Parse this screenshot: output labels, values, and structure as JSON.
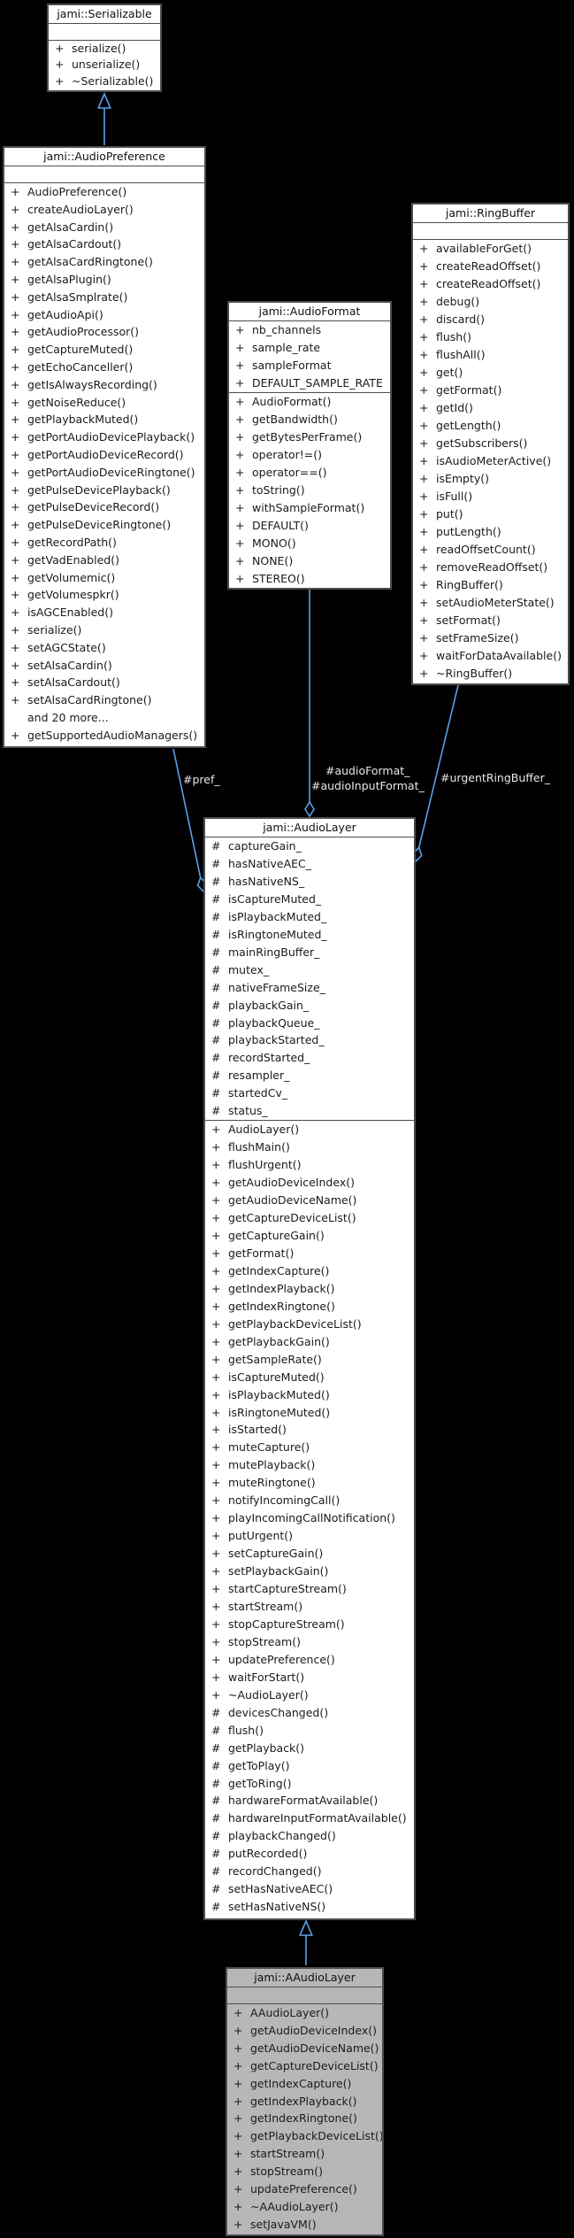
{
  "diagram_type": "uml-collaboration-diagram",
  "colors": {
    "background": "#000000",
    "node_fill": "#ffffff",
    "highlight_node_fill": "#b7b7b7",
    "node_border": "#4d4d4d",
    "edge": "#5aa1e8",
    "edge_label_text": "#e8e8e8"
  },
  "edge_labels": {
    "pref": "#pref_",
    "audio_format": "#audioFormat_",
    "audio_input_format": "#audioInputFormat_",
    "urgent_ring_buffer": "#urgentRingBuffer_"
  },
  "classes": {
    "serializable": {
      "title": "jami::Serializable",
      "attributes": [],
      "operations": [
        [
          "+",
          "serialize()"
        ],
        [
          "+",
          "unserialize()"
        ],
        [
          "+",
          "~Serializable()"
        ]
      ]
    },
    "audio_preference": {
      "title": "jami::AudioPreference",
      "attributes": [],
      "operations": [
        [
          "+",
          "AudioPreference()"
        ],
        [
          "+",
          "createAudioLayer()"
        ],
        [
          "+",
          "getAlsaCardin()"
        ],
        [
          "+",
          "getAlsaCardout()"
        ],
        [
          "+",
          "getAlsaCardRingtone()"
        ],
        [
          "+",
          "getAlsaPlugin()"
        ],
        [
          "+",
          "getAlsaSmplrate()"
        ],
        [
          "+",
          "getAudioApi()"
        ],
        [
          "+",
          "getAudioProcessor()"
        ],
        [
          "+",
          "getCaptureMuted()"
        ],
        [
          "+",
          "getEchoCanceller()"
        ],
        [
          "+",
          "getIsAlwaysRecording()"
        ],
        [
          "+",
          "getNoiseReduce()"
        ],
        [
          "+",
          "getPlaybackMuted()"
        ],
        [
          "+",
          "getPortAudioDevicePlayback()"
        ],
        [
          "+",
          "getPortAudioDeviceRecord()"
        ],
        [
          "+",
          "getPortAudioDeviceRingtone()"
        ],
        [
          "+",
          "getPulseDevicePlayback()"
        ],
        [
          "+",
          "getPulseDeviceRecord()"
        ],
        [
          "+",
          "getPulseDeviceRingtone()"
        ],
        [
          "+",
          "getRecordPath()"
        ],
        [
          "+",
          "getVadEnabled()"
        ],
        [
          "+",
          "getVolumemic()"
        ],
        [
          "+",
          "getVolumespkr()"
        ],
        [
          "+",
          "isAGCEnabled()"
        ],
        [
          "+",
          "serialize()"
        ],
        [
          "+",
          "setAGCState()"
        ],
        [
          "+",
          "setAlsaCardin()"
        ],
        [
          "+",
          "setAlsaCardout()"
        ],
        [
          "+",
          "setAlsaCardRingtone()"
        ],
        [
          "",
          "and 20 more..."
        ],
        [
          "+",
          "getSupportedAudioManagers()"
        ]
      ]
    },
    "audio_format": {
      "title": "jami::AudioFormat",
      "attributes": [
        [
          "+",
          "nb_channels"
        ],
        [
          "+",
          "sample_rate"
        ],
        [
          "+",
          "sampleFormat"
        ],
        [
          "+",
          "DEFAULT_SAMPLE_RATE"
        ]
      ],
      "operations": [
        [
          "+",
          "AudioFormat()"
        ],
        [
          "+",
          "getBandwidth()"
        ],
        [
          "+",
          "getBytesPerFrame()"
        ],
        [
          "+",
          "operator!=()"
        ],
        [
          "+",
          "operator==()"
        ],
        [
          "+",
          "toString()"
        ],
        [
          "+",
          "withSampleFormat()"
        ],
        [
          "+",
          "DEFAULT()"
        ],
        [
          "+",
          "MONO()"
        ],
        [
          "+",
          "NONE()"
        ],
        [
          "+",
          "STEREO()"
        ]
      ]
    },
    "ring_buffer": {
      "title": "jami::RingBuffer",
      "attributes": [],
      "operations": [
        [
          "+",
          "availableForGet()"
        ],
        [
          "+",
          "createReadOffset()"
        ],
        [
          "+",
          "createReadOffset()"
        ],
        [
          "+",
          "debug()"
        ],
        [
          "+",
          "discard()"
        ],
        [
          "+",
          "flush()"
        ],
        [
          "+",
          "flushAll()"
        ],
        [
          "+",
          "get()"
        ],
        [
          "+",
          "getFormat()"
        ],
        [
          "+",
          "getId()"
        ],
        [
          "+",
          "getLength()"
        ],
        [
          "+",
          "getSubscribers()"
        ],
        [
          "+",
          "isAudioMeterActive()"
        ],
        [
          "+",
          "isEmpty()"
        ],
        [
          "+",
          "isFull()"
        ],
        [
          "+",
          "put()"
        ],
        [
          "+",
          "putLength()"
        ],
        [
          "+",
          "readOffsetCount()"
        ],
        [
          "+",
          "removeReadOffset()"
        ],
        [
          "+",
          "RingBuffer()"
        ],
        [
          "+",
          "setAudioMeterState()"
        ],
        [
          "+",
          "setFormat()"
        ],
        [
          "+",
          "setFrameSize()"
        ],
        [
          "+",
          "waitForDataAvailable()"
        ],
        [
          "+",
          "~RingBuffer()"
        ]
      ]
    },
    "audio_layer": {
      "title": "jami::AudioLayer",
      "attributes": [
        [
          "#",
          "captureGain_"
        ],
        [
          "#",
          "hasNativeAEC_"
        ],
        [
          "#",
          "hasNativeNS_"
        ],
        [
          "#",
          "isCaptureMuted_"
        ],
        [
          "#",
          "isPlaybackMuted_"
        ],
        [
          "#",
          "isRingtoneMuted_"
        ],
        [
          "#",
          "mainRingBuffer_"
        ],
        [
          "#",
          "mutex_"
        ],
        [
          "#",
          "nativeFrameSize_"
        ],
        [
          "#",
          "playbackGain_"
        ],
        [
          "#",
          "playbackQueue_"
        ],
        [
          "#",
          "playbackStarted_"
        ],
        [
          "#",
          "recordStarted_"
        ],
        [
          "#",
          "resampler_"
        ],
        [
          "#",
          "startedCv_"
        ],
        [
          "#",
          "status_"
        ]
      ],
      "operations": [
        [
          "+",
          "AudioLayer()"
        ],
        [
          "+",
          "flushMain()"
        ],
        [
          "+",
          "flushUrgent()"
        ],
        [
          "+",
          "getAudioDeviceIndex()"
        ],
        [
          "+",
          "getAudioDeviceName()"
        ],
        [
          "+",
          "getCaptureDeviceList()"
        ],
        [
          "+",
          "getCaptureGain()"
        ],
        [
          "+",
          "getFormat()"
        ],
        [
          "+",
          "getIndexCapture()"
        ],
        [
          "+",
          "getIndexPlayback()"
        ],
        [
          "+",
          "getIndexRingtone()"
        ],
        [
          "+",
          "getPlaybackDeviceList()"
        ],
        [
          "+",
          "getPlaybackGain()"
        ],
        [
          "+",
          "getSampleRate()"
        ],
        [
          "+",
          "isCaptureMuted()"
        ],
        [
          "+",
          "isPlaybackMuted()"
        ],
        [
          "+",
          "isRingtoneMuted()"
        ],
        [
          "+",
          "isStarted()"
        ],
        [
          "+",
          "muteCapture()"
        ],
        [
          "+",
          "mutePlayback()"
        ],
        [
          "+",
          "muteRingtone()"
        ],
        [
          "+",
          "notifyIncomingCall()"
        ],
        [
          "+",
          "playIncomingCallNotification()"
        ],
        [
          "+",
          "putUrgent()"
        ],
        [
          "+",
          "setCaptureGain()"
        ],
        [
          "+",
          "setPlaybackGain()"
        ],
        [
          "+",
          "startCaptureStream()"
        ],
        [
          "+",
          "startStream()"
        ],
        [
          "+",
          "stopCaptureStream()"
        ],
        [
          "+",
          "stopStream()"
        ],
        [
          "+",
          "updatePreference()"
        ],
        [
          "+",
          "waitForStart()"
        ],
        [
          "+",
          "~AudioLayer()"
        ],
        [
          "#",
          "devicesChanged()"
        ],
        [
          "#",
          "flush()"
        ],
        [
          "#",
          "getPlayback()"
        ],
        [
          "#",
          "getToPlay()"
        ],
        [
          "#",
          "getToRing()"
        ],
        [
          "#",
          "hardwareFormatAvailable()"
        ],
        [
          "#",
          "hardwareInputFormatAvailable()"
        ],
        [
          "#",
          "playbackChanged()"
        ],
        [
          "#",
          "putRecorded()"
        ],
        [
          "#",
          "recordChanged()"
        ],
        [
          "#",
          "setHasNativeAEC()"
        ],
        [
          "#",
          "setHasNativeNS()"
        ]
      ]
    },
    "aaudio_layer": {
      "title": "jami::AAudioLayer",
      "attributes": [],
      "operations": [
        [
          "+",
          "AAudioLayer()"
        ],
        [
          "+",
          "getAudioDeviceIndex()"
        ],
        [
          "+",
          "getAudioDeviceName()"
        ],
        [
          "+",
          "getCaptureDeviceList()"
        ],
        [
          "+",
          "getIndexCapture()"
        ],
        [
          "+",
          "getIndexPlayback()"
        ],
        [
          "+",
          "getIndexRingtone()"
        ],
        [
          "+",
          "getPlaybackDeviceList()"
        ],
        [
          "+",
          "startStream()"
        ],
        [
          "+",
          "stopStream()"
        ],
        [
          "+",
          "updatePreference()"
        ],
        [
          "+",
          "~AAudioLayer()"
        ],
        [
          "+",
          "setJavaVM()"
        ]
      ]
    }
  }
}
